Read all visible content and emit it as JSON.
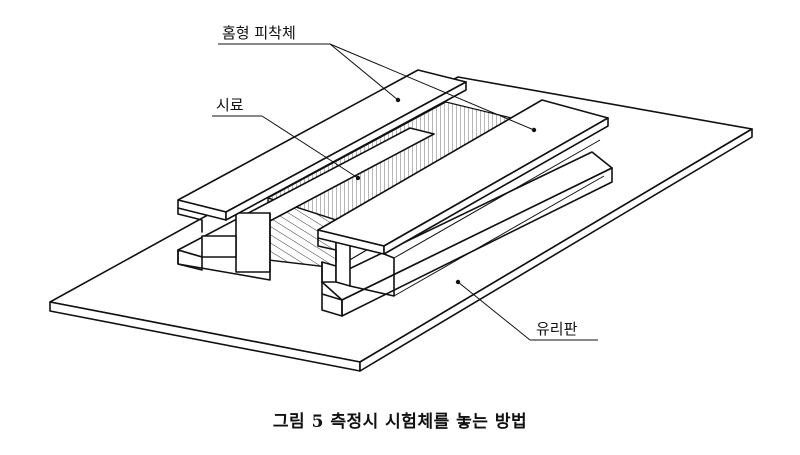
{
  "labels": {
    "adherend": "홈형 피착체",
    "specimen": "시료",
    "glass_plate": "유리판"
  },
  "caption": "그림 5  측정시 시험체를 놓는 방법"
}
